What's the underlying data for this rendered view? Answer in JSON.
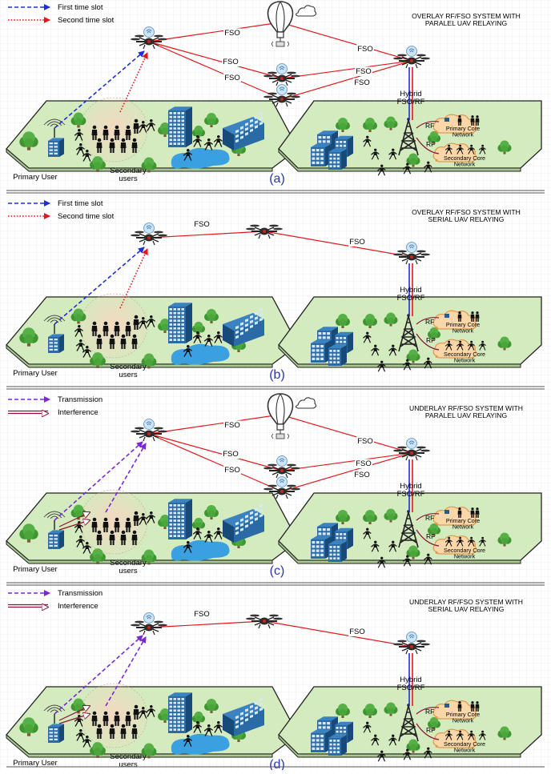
{
  "panels": [
    {
      "id": "a",
      "title": "OVERLAY RF/FSO SYSTEM WITH\nPARALEL UAV RELAYING",
      "legend": [
        {
          "label": "First time slot",
          "style": "blue-dashed"
        },
        {
          "label": "Second time slot",
          "style": "red-dotted"
        }
      ],
      "topology": "parallel",
      "mode": "overlay",
      "links": [
        "FSO",
        "FSO",
        "FSO",
        "FSO",
        "FSO",
        "FSO"
      ],
      "hybrid": "Hybrid\nFSO/RF",
      "rf": [
        "RF",
        "RF"
      ],
      "primary_core": "Primary Core\nNetwork",
      "secondary_core": "Secondary Core\nNetwork",
      "primary_user": "Primary User",
      "secondary_users": "Secondary\nusers",
      "caption": "(a)"
    },
    {
      "id": "b",
      "title": "OVERLAY RF/FSO SYSTEM WITH\nSERIAL UAV RELAYING",
      "legend": [
        {
          "label": "First time slot",
          "style": "blue-dashed"
        },
        {
          "label": "Second time slot",
          "style": "red-dotted"
        }
      ],
      "topology": "serial",
      "mode": "overlay",
      "links": [
        "FSO",
        "FSO"
      ],
      "hybrid": "Hybrid\nFSO/RF",
      "rf": [
        "RF",
        "RF"
      ],
      "primary_core": "Primary Core\nNetwork",
      "secondary_core": "Secondary Core\nNetwork",
      "primary_user": "Primary User",
      "secondary_users": "Secondary\nusers",
      "caption": "(b)"
    },
    {
      "id": "c",
      "title": "UNDERLAY RF/FSO SYSTEM WITH\nPARALEL UAV RELAYING",
      "legend": [
        {
          "label": "Transmission",
          "style": "purple-dashed"
        },
        {
          "label": "Interference",
          "style": "maroon-double"
        }
      ],
      "topology": "parallel",
      "mode": "underlay",
      "links": [
        "FSO",
        "FSO",
        "FSO",
        "FSO",
        "FSO",
        "FSO"
      ],
      "hybrid": "Hybrid\nFSO/RF",
      "rf": [
        "RF",
        "RF"
      ],
      "primary_core": "Primary Core\nNetwork",
      "secondary_core": "Secondary Core\nNetwork",
      "primary_user": "Primary User",
      "secondary_users": "Secondary\nusers",
      "caption": "(c)"
    },
    {
      "id": "d",
      "title": "UNDERLAY RF/FSO SYSTEM WITH\nSERIAL UAV RELAYING",
      "legend": [
        {
          "label": "Transmission",
          "style": "purple-dashed"
        },
        {
          "label": "Interference",
          "style": "maroon-double"
        }
      ],
      "topology": "serial",
      "mode": "underlay",
      "links": [
        "FSO",
        "FSO"
      ],
      "hybrid": "Hybrid\nFSO/RF",
      "rf": [
        "RF",
        "RF"
      ],
      "primary_core": "Primary Core\nNetwork",
      "secondary_core": "Secondary Core\nNetwork",
      "primary_user": "Primary User",
      "secondary_users": "Secondary\nusers",
      "caption": "(d)"
    }
  ],
  "colors": {
    "blue": "#1f2fd6",
    "red": "#e5161b",
    "purple": "#7a28d6",
    "maroon": "#8a1437",
    "ground": "#d6ecc0",
    "building": "#1f5f96",
    "tree": "#49a83a",
    "caption": "#2a36b8"
  }
}
